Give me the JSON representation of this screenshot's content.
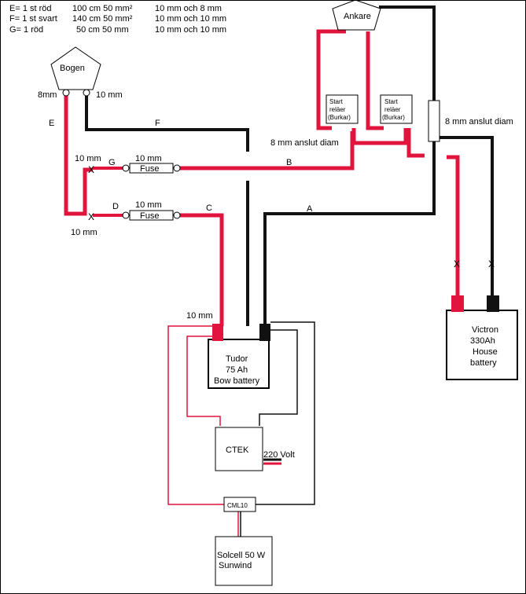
{
  "legend": [
    {
      "code": "E= 1 st röd",
      "cable": "100 cm 50 mm²",
      "lugs": "10 mm och 8 mm"
    },
    {
      "code": "F= 1 st svart",
      "cable": "140 cm 50 mm²",
      "lugs": "10 mm och 10 mm"
    },
    {
      "code": "G= 1 röd",
      "cable": "50 cm 50 mm",
      "lugs": "10 mm och 10 mm"
    }
  ],
  "nodes": {
    "ankare": "Ankare",
    "bogen": "Bogen",
    "relay1": [
      "Start",
      "reläer",
      "(Burkar)"
    ],
    "relay2": [
      "Start",
      "reläer",
      "(Burkar)"
    ],
    "tudor": [
      "Tudor",
      "75 Ah",
      "Bow battery"
    ],
    "victron": [
      "Victron",
      "330Ah",
      "House",
      "battery"
    ],
    "ctek": "CTEK",
    "cml": "CML10",
    "solar": [
      "Solcell 50 W",
      "Sunwind"
    ]
  },
  "labels": {
    "bogen_left": "8mm",
    "bogen_right": "10 mm",
    "wire_e": "E",
    "wire_f": "F",
    "wire_g": "G",
    "wire_b": "B",
    "wire_d": "D",
    "wire_c": "C",
    "wire_a": "A",
    "g_size": "10 mm",
    "g_fuse_size": "10 mm",
    "d_fuse_size": "10 mm",
    "d_size": "10 mm",
    "fuse1": "Fuse",
    "fuse2": "Fuse",
    "anslut_mid": "8 mm anslut diam",
    "anslut_right": "8 mm anslut diam",
    "tudor_terminal": "10 mm",
    "ctek_input": "220 Volt",
    "x1": "X",
    "x2": "X",
    "x3": "X",
    "x4": "X"
  },
  "colors": {
    "red": "#e0143c",
    "black": "#111111",
    "thin_red": "#e0143c"
  }
}
